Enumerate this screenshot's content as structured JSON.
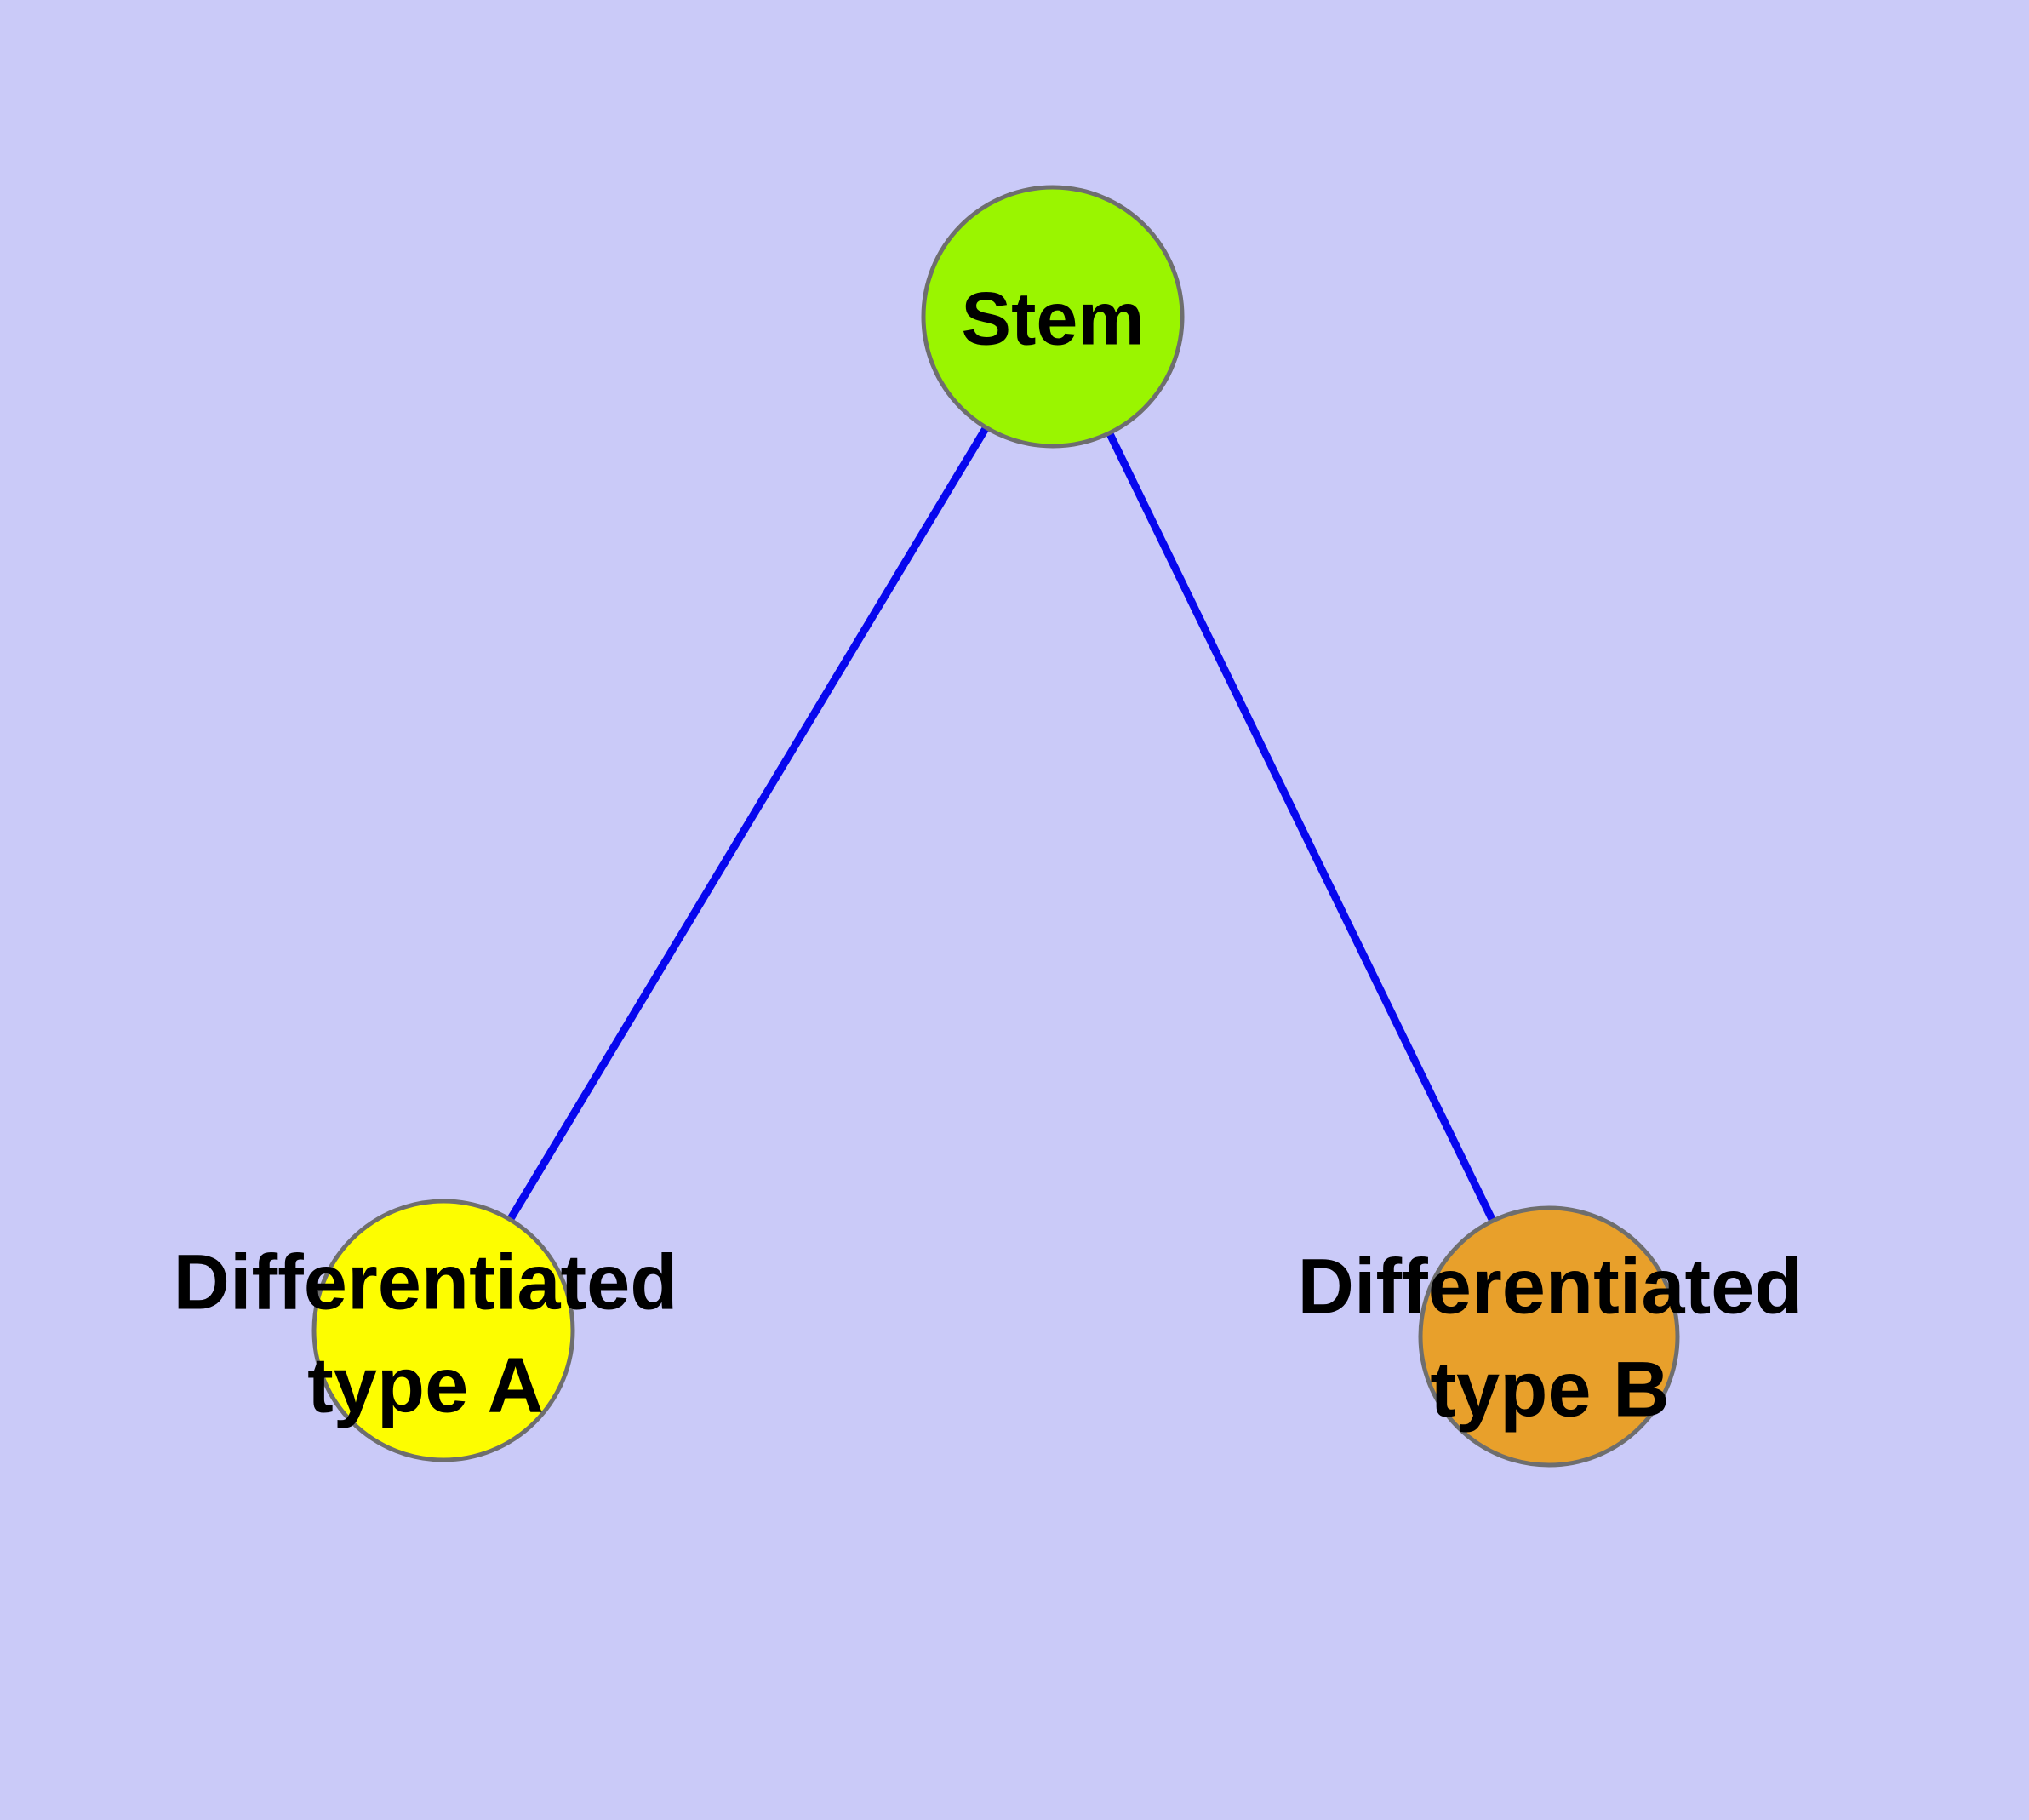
{
  "diagram": {
    "title": "stem cell differentiation graph",
    "background_color": "#CACAF8",
    "nodes": {
      "stem": {
        "label": "Stem",
        "fill": "#9AF500",
        "border_color": "#6E6E6E"
      },
      "type_a": {
        "label": "Differentiated\ntype A",
        "fill": "#FDFD00",
        "border_color": "#6E6E6E"
      },
      "type_b": {
        "label": "Differentiated\ntype B",
        "fill": "#E8A02B",
        "border_color": "#6E6E6E"
      }
    },
    "edges": {
      "color": "#0707EE",
      "items": [
        {
          "from": "Stem",
          "to": "Differentiated type A"
        },
        {
          "from": "Stem",
          "to": "Differentiated type B"
        }
      ]
    },
    "label_color": "#000000"
  }
}
